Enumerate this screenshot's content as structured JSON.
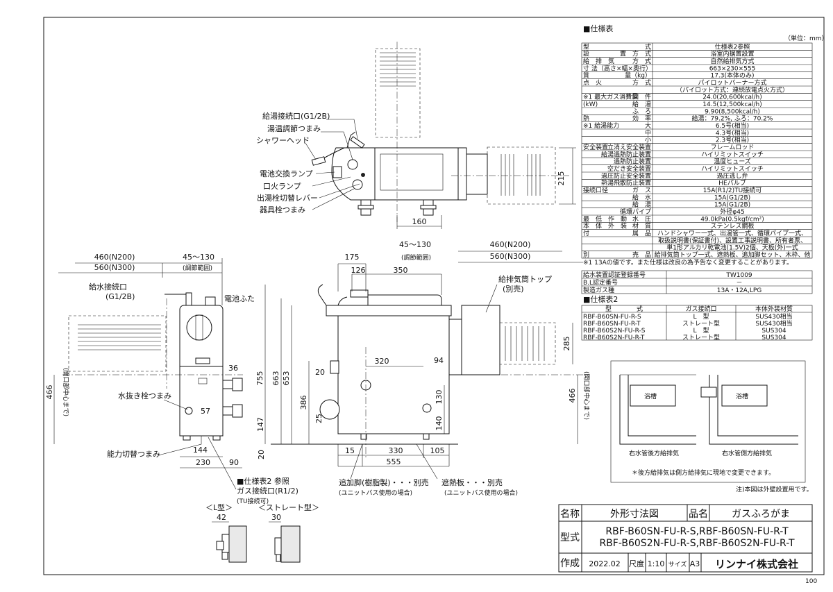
{
  "spec_table": {
    "title": "■仕様表",
    "unit": "（単位：mm）",
    "rows": [
      [
        "型",
        "式",
        "仕様表2参照"
      ],
      [
        "設",
        "置　方　式",
        "浴室内据置設置"
      ],
      [
        "給　排　気",
        "方　式",
        "自然給排気方式"
      ],
      [
        "寸 法（高さ×幅×奥行）",
        "",
        "663×230×555"
      ],
      [
        "質",
        "量（kg）",
        "17.3(本体のみ)"
      ],
      [
        "点　火",
        "方　式",
        "パイロットバーナー方式"
      ],
      [
        "",
        "",
        "（パイロット方式：連続放電点火方式）"
      ],
      [
        "※1 最大ガス消費量",
        "回　件",
        "24.0(20,600kcal/h)"
      ],
      [
        "(kW)",
        "給　湯",
        "14.5(12,500kcal/h)"
      ],
      [
        "",
        "ふ　ろ",
        "9.90(8,500kcal/h)"
      ],
      [
        "熱",
        "効　率",
        "給湯：79.2%, ふろ：70.2%"
      ],
      [
        "※1 給湯能力",
        "大",
        "6.5号(相当)"
      ],
      [
        "",
        "中",
        "4.3号(相当)"
      ],
      [
        "",
        "小",
        "2.3号(相当)"
      ],
      [
        "安全装置",
        "立消え安全装置",
        "フレームロッド"
      ],
      [
        "",
        "給湯過熱防止装置",
        "ハイリミットスイッチ"
      ],
      [
        "",
        "過熱防止装置",
        "温度ヒューズ"
      ],
      [
        "",
        "空だき安全装置",
        "ハイリミットスイッチ"
      ],
      [
        "",
        "過圧防止安全装置",
        "過圧逃し弁"
      ],
      [
        "",
        "熱湯飛散防止装置",
        "HEパルブ"
      ],
      [
        "接続口径",
        "ガ　ス",
        "15A(R1/2)TU接続可"
      ],
      [
        "",
        "給　水",
        "15A(G1/2B)"
      ],
      [
        "",
        "給　湯",
        "15A(G1/2B)"
      ],
      [
        "",
        "循環パイプ",
        "外径φ45"
      ],
      [
        "最　低　作　動",
        "水　圧",
        "49.0kPa(0.5kgf/cm²)"
      ],
      [
        "本　体　外　装",
        "材　質",
        "ステンレス鋼板"
      ],
      [
        "付",
        "属　品",
        "ハンドシャワー一式、出湯管一式、循環パイプ一式、"
      ],
      [
        "",
        "",
        "取扱説明書(保証書付)、設置工事説明書、所有者票、"
      ],
      [
        "",
        "",
        "単1形アルカリ乾電池(1.5V)2個、天板(外)一式"
      ],
      [
        "別",
        "売　品",
        "給排気筒トップ一式、遮熱板、追加脚セット、木枠、他"
      ]
    ],
    "note": "※1 13Aの値です。また仕様は改良の為予告なく変更することがあります。"
  },
  "cert_table": {
    "rows": [
      [
        "給水装置認証登録番号",
        "TW1009"
      ],
      [
        "B.L認定番号",
        "－"
      ],
      [
        "製造ガス種",
        "13A・12A,LPG"
      ]
    ]
  },
  "spec_table2": {
    "title": "■仕様表2",
    "headers": [
      "型　　　　式",
      "ガス接続口",
      "本体外装材質"
    ],
    "rows": [
      [
        "RBF-B60SN-FU-R-S",
        "L　型",
        "SUS430相当"
      ],
      [
        "RBF-B60SN-FU-R-T",
        "ストレート型",
        "SUS430相当"
      ],
      [
        "RBF-B60S2N-FU-R-S",
        "L　型",
        "SUS304"
      ],
      [
        "RBF-B60S2N-FU-R-T",
        "ストレート型",
        "SUS304"
      ]
    ]
  },
  "layout_examples": {
    "label_left": "右水管後方給排気",
    "label_right": "右水管側方給排気",
    "tub_label": "浴槽",
    "note": "＊後方給排気は側方給排気に現地で変更できます。"
  },
  "annotations": {
    "top_view": [
      "給湯接続口(G1/2B)",
      "湯温調節つまみ",
      "シャワーヘッド",
      "電池交換ランプ",
      "口火ランプ",
      "出湯栓切替レバー",
      "器具栓つまみ"
    ],
    "side_view": [
      "給水接続口",
      "(G1/2B)",
      "電池ふた",
      "水抜き栓つまみ",
      "能力切替つまみ"
    ],
    "front_view": [
      "給排気筒トップ",
      "(別売)"
    ],
    "bottom": [
      "追加脚(樹脂製)・・・別売",
      "(ユニットバス使用の場合)",
      "遮熱板・・・別売",
      "(ユニットバス使用の場合)"
    ],
    "gas": [
      "■仕様表2 参照",
      "ガス接続口(R1/2)",
      "(TU接続可)"
    ],
    "l_type": "＜L型＞",
    "straight_type": "＜ストレート型＞",
    "adjust_range": "(調節範囲)",
    "flue_center": "(開口部中心まで)",
    "wall_note": "注)本図は外壁設置用です。"
  },
  "dimensions": {
    "top": {
      "d215": "215",
      "d160": "160"
    },
    "side": {
      "n200": "460(N200)",
      "n300": "560(N300)",
      "range": "45～130",
      "d36": "36",
      "d57": "57",
      "d144": "144",
      "d230": "230",
      "d90": "90",
      "d147": "147",
      "d466": "466"
    },
    "front": {
      "d175": "175",
      "d126": "126",
      "d350": "350",
      "range": "45～130",
      "n200": "460(N200)",
      "n300": "560(N300)",
      "d755": "755",
      "d663": "663",
      "d653": "653",
      "d386": "386",
      "d25": "25",
      "d20a": "20",
      "d20b": "20",
      "d320": "320",
      "d94": "94",
      "d285": "285",
      "d130": "130",
      "d140": "140",
      "d466": "466",
      "d15": "15",
      "d330": "330",
      "d105": "105",
      "d555": "555"
    },
    "gas": {
      "d42": "42",
      "d30": "30"
    }
  },
  "title_block": {
    "name_label": "名称",
    "name_value": "外形寸法図",
    "product_label": "品名",
    "product_value": "ガスふろがま",
    "model_label": "型式",
    "model_line1": "RBF-B60SN-FU-R-S,RBF-B60SN-FU-R-T",
    "model_line2": "RBF-B60S2N-FU-R-S,RBF-B60S2N-FU-R-T",
    "made_label": "作成",
    "made_value": "2022.02",
    "scale_label": "尺度",
    "scale_value": "1:10",
    "size_label": "サイズ",
    "size_value": "A3",
    "company": "リンナイ株式会社",
    "page": "100"
  }
}
